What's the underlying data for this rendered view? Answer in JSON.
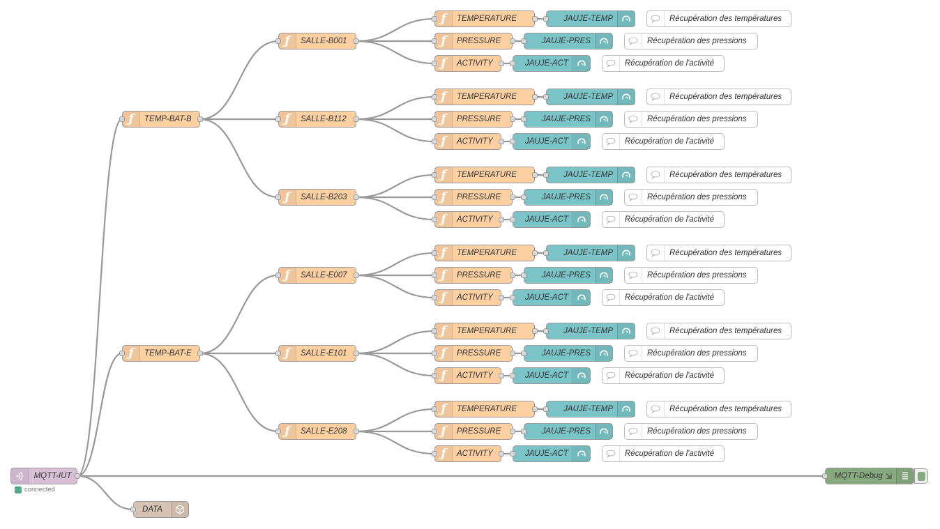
{
  "flow": {
    "mqtt_in": {
      "label": "MQTT-IUT",
      "status": "connected",
      "icon": "mqtt-wave-icon"
    },
    "data_node": {
      "label": "DATA",
      "icon": "json-cube-icon"
    },
    "debug_node": {
      "label": "MQTT-Debug",
      "icon": "debug-list-icon",
      "extra_icon": "arrow-to-bottom-right-icon"
    },
    "function_icon": "function-f-icon",
    "gauge_icon": "gauge-dial-icon",
    "comment_icon": "speech-bubble-icon",
    "buildings": [
      {
        "label": "TEMP-BAT-B",
        "rooms": [
          {
            "label": "SALLE-B001"
          },
          {
            "label": "SALLE-B112"
          },
          {
            "label": "SALLE-B203"
          }
        ]
      },
      {
        "label": "TEMP-BAT-E",
        "rooms": [
          {
            "label": "SALLE-E007"
          },
          {
            "label": "SALLE-E101"
          },
          {
            "label": "SALLE-E208"
          }
        ]
      }
    ],
    "metrics": [
      {
        "fn": "TEMPERATURE",
        "gauge": "JAUJE-TEMP",
        "comment": "Récupération des températures"
      },
      {
        "fn": "PRESSURE",
        "gauge": "JAUJE-PRES",
        "comment": "Récupération des pressions"
      },
      {
        "fn": "ACTIVITY",
        "gauge": "JAUJE-ACT",
        "comment": "Récupération de l'activité"
      }
    ],
    "colors": {
      "function": "#fdd0a2",
      "gauge": "#7ac3c7",
      "mqtt_in": "#d8bfd8",
      "debug": "#87a980",
      "json": "#d7c3b3",
      "wire": "#999999",
      "status_connected": "#55aa88"
    }
  }
}
